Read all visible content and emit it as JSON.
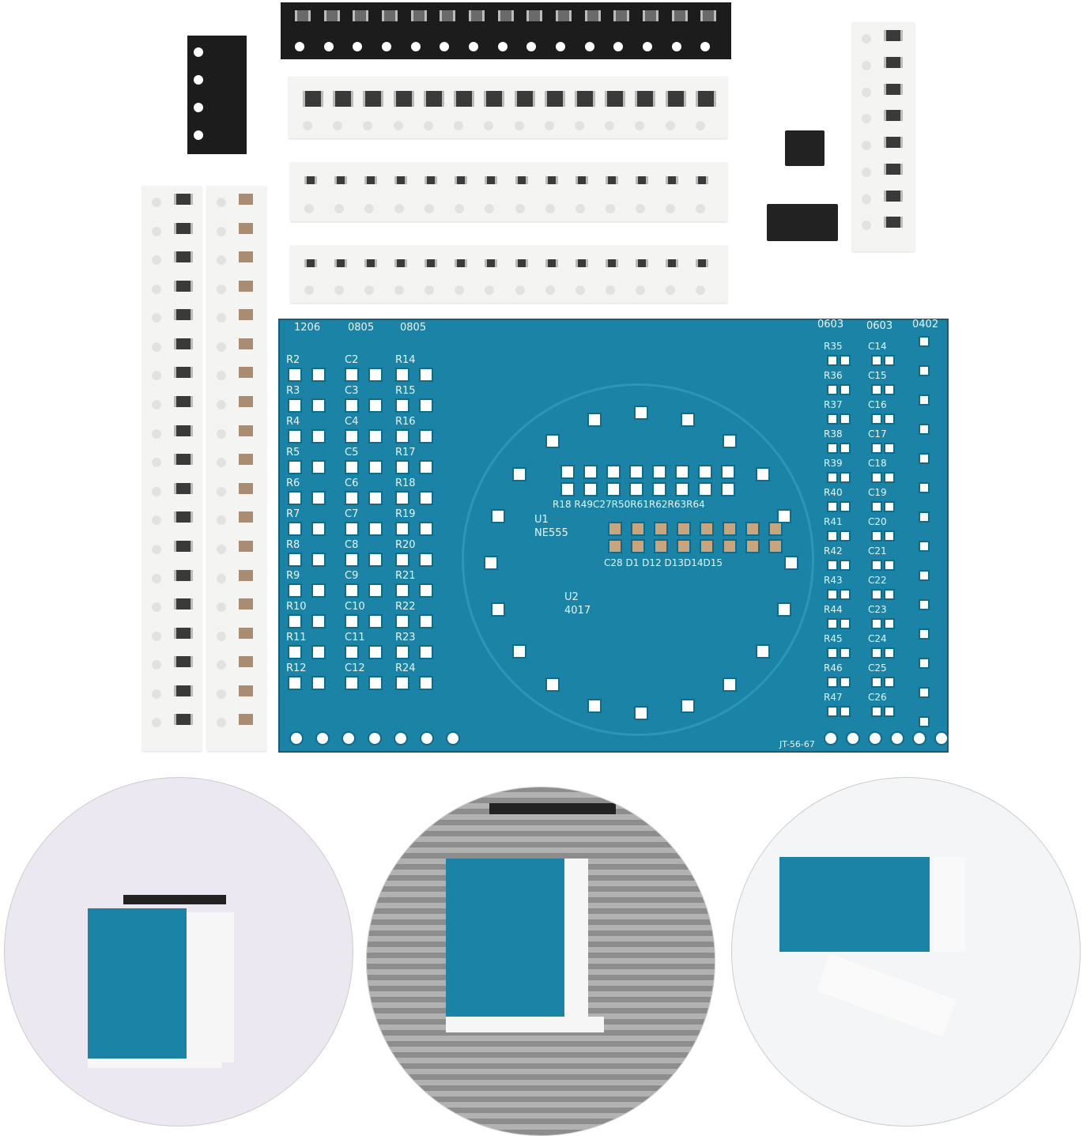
{
  "pcb": {
    "size_labels": [
      "1206",
      "0805",
      "0805",
      "0603",
      "0603",
      "0402"
    ],
    "ic_labels": [
      "U1",
      "NE555",
      "U2",
      "4017"
    ],
    "board_code": "JT-56-67",
    "left_resistors": [
      "R2",
      "R3",
      "R4",
      "R5",
      "R6",
      "R7",
      "R8",
      "R9",
      "R10",
      "R11",
      "R12"
    ],
    "caps": [
      "C2",
      "C3",
      "C4",
      "C5",
      "C6",
      "C7",
      "C8",
      "C9",
      "C10",
      "C11",
      "C12"
    ],
    "mid_resistors": [
      "R14",
      "R15",
      "R16",
      "R17",
      "R18",
      "R19",
      "R20",
      "R21",
      "R22",
      "R23",
      "R24"
    ],
    "right_resistors": [
      "R35",
      "R36",
      "R37",
      "R38",
      "R39",
      "R40",
      "R41",
      "R42",
      "R43",
      "R44",
      "R45",
      "R46",
      "R47"
    ],
    "right_caps": [
      "C14",
      "C15",
      "C16",
      "C17",
      "C18",
      "C19",
      "C20",
      "C21",
      "C22",
      "C23",
      "C24",
      "C25",
      "C26"
    ],
    "center_top_labels": "R18 R49C27R50R61R62R63R64",
    "center_bottom_labels": "C28  D1  D12  D13D14D15"
  },
  "colors": {
    "pcb": "#1b84a6",
    "tape_black": "#1c1c1c",
    "tape_white": "#f4f4f2"
  }
}
